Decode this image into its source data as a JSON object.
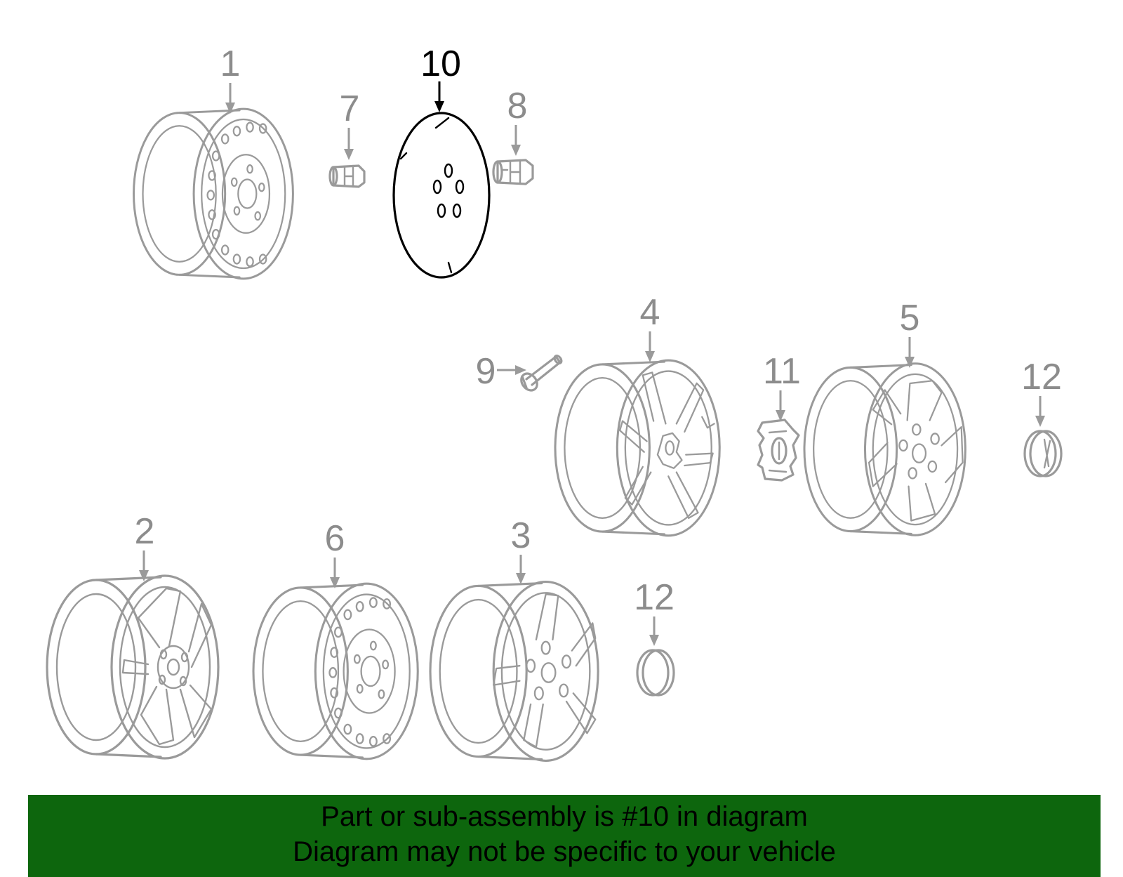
{
  "diagram": {
    "highlight_callout": "10",
    "callouts": [
      {
        "id": "1",
        "label": "1"
      },
      {
        "id": "7",
        "label": "7"
      },
      {
        "id": "10",
        "label": "10"
      },
      {
        "id": "8",
        "label": "8"
      },
      {
        "id": "4",
        "label": "4"
      },
      {
        "id": "9",
        "label": "9"
      },
      {
        "id": "11",
        "label": "11"
      },
      {
        "id": "5",
        "label": "5"
      },
      {
        "id": "12a",
        "label": "12"
      },
      {
        "id": "2",
        "label": "2"
      },
      {
        "id": "6",
        "label": "6"
      },
      {
        "id": "3",
        "label": "3"
      },
      {
        "id": "12b",
        "label": "12"
      }
    ]
  },
  "banner": {
    "line1": "Part or sub-assembly is #10 in diagram",
    "line2": "Diagram may not be specific to your vehicle",
    "background": "#0d660d"
  },
  "colors": {
    "part_gray": "#9a9a9a",
    "label_gray": "#8c8c8c",
    "highlight": "#000000"
  }
}
